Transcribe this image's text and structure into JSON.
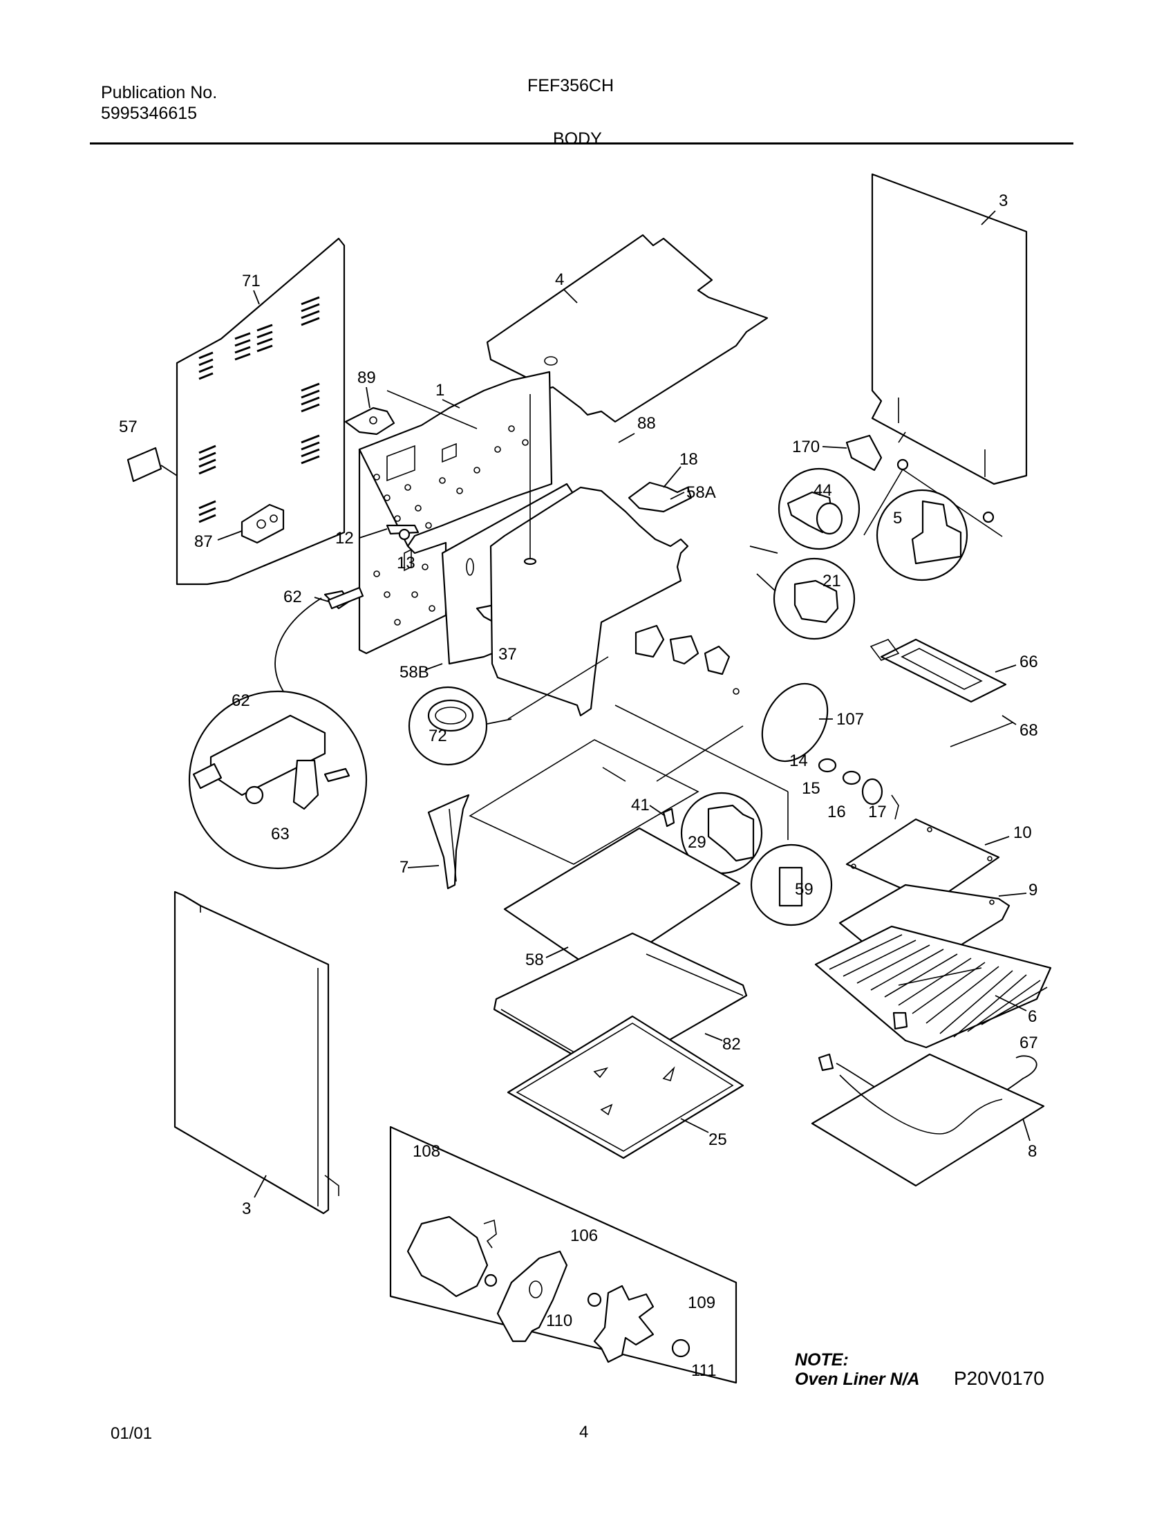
{
  "header": {
    "publication_label": "Publication No.",
    "publication_number": "5995346615",
    "model": "FEF356CH",
    "section": "BODY"
  },
  "diagram": {
    "callouts": [
      "3",
      "71",
      "4",
      "89",
      "1",
      "57",
      "88",
      "170",
      "18",
      "58A",
      "44",
      "5",
      "87",
      "12",
      "13",
      "21",
      "62",
      "62",
      "37",
      "58B",
      "66",
      "72",
      "107",
      "68",
      "63",
      "14",
      "15",
      "16",
      "17",
      "41",
      "7",
      "29",
      "10",
      "59",
      "9",
      "58",
      "6",
      "82",
      "67",
      "25",
      "8",
      "3",
      "108",
      "106",
      "109",
      "110",
      "111"
    ]
  },
  "note": {
    "heading": "NOTE:",
    "text": "Oven Liner N/A"
  },
  "figure_code": "P20V0170",
  "footer": {
    "date": "01/01",
    "page": "4"
  }
}
